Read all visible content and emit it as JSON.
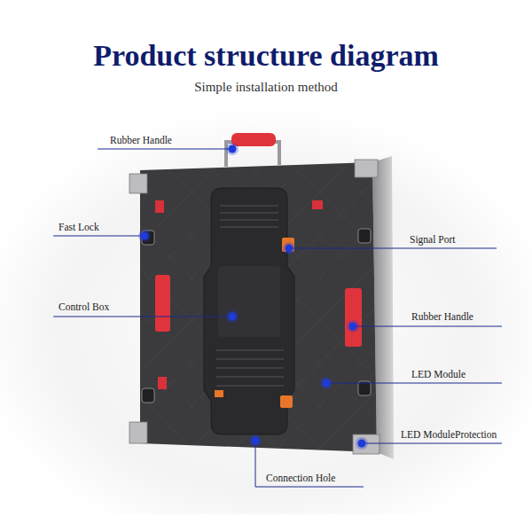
{
  "diagram": {
    "title": "Product structure diagram",
    "caption": "Simple installation method",
    "labels": [
      "Rubber Handle",
      "Fast Lock",
      "Control Box",
      "Connection Hole",
      "Signal Port",
      "Rubber Handle",
      "LED Module",
      "LED ModuleProtection"
    ]
  }
}
